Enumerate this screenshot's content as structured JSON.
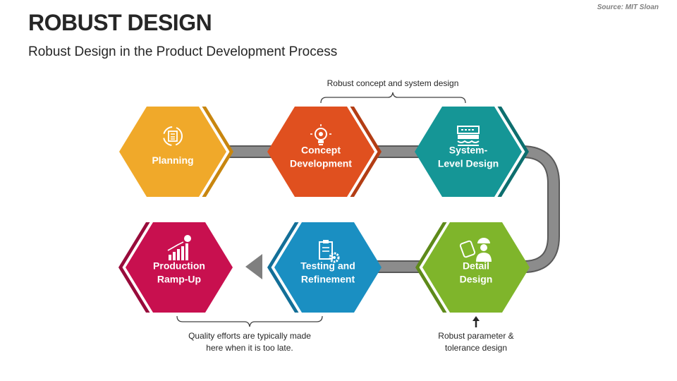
{
  "header": {
    "source": "Source: MIT Sloan",
    "title": "ROBUST DESIGN",
    "subtitle": "Robust Design in the Product Development Process"
  },
  "stages": [
    {
      "id": "planning",
      "lines": [
        "Planning"
      ],
      "color": "#f0a92a",
      "shadow": "#c8860f",
      "icon": "gear-cycle-checklist-icon"
    },
    {
      "id": "concept",
      "lines": [
        "Concept",
        "Development"
      ],
      "color": "#e0501f",
      "shadow": "#b33d14",
      "icon": "lightbulb-gear-icon"
    },
    {
      "id": "system",
      "lines": [
        "System-",
        "Level Design"
      ],
      "color": "#159696",
      "shadow": "#0d6e6e",
      "icon": "machine-icon"
    },
    {
      "id": "detail",
      "lines": [
        "Detail",
        "Design"
      ],
      "color": "#7fb52b",
      "shadow": "#5e8a1a",
      "icon": "engineer-icon"
    },
    {
      "id": "testing",
      "lines": [
        "Testing and",
        "Refinement"
      ],
      "color": "#1a8fc2",
      "shadow": "#136f98",
      "icon": "clipboard-gear-icon"
    },
    {
      "id": "production",
      "lines": [
        "Production",
        "Ramp-Up"
      ],
      "color": "#c8104f",
      "shadow": "#980b3b",
      "icon": "bar-chart-growth-icon"
    }
  ],
  "annotations": {
    "top_brace": "Robust concept and system design",
    "bottom_brace": [
      "Quality efforts are typically made",
      "here when it is too late."
    ],
    "arrow_note": [
      "Robust parameter &",
      "tolerance design"
    ]
  },
  "colors": {
    "connector": "#7f7f7f",
    "connector_dark": "#595959"
  }
}
